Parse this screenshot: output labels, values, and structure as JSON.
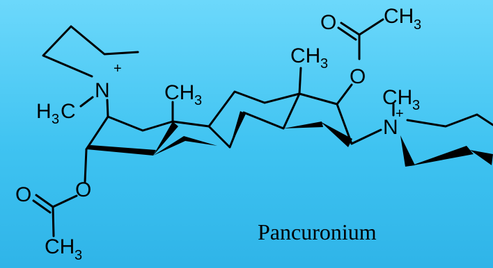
{
  "title": "Pancuronium",
  "background_colors": [
    "#6cd8fb",
    "#2fb4e8"
  ],
  "atoms": {
    "n_left": "N",
    "n_right": "N",
    "o_top_carbonyl": "O",
    "o_top_ester": "O",
    "o_bottom_carbonyl": "O",
    "o_bottom_ester": "O",
    "charge": "+",
    "ch": "CH",
    "h": "H",
    "c": "C",
    "sub3": "3"
  }
}
